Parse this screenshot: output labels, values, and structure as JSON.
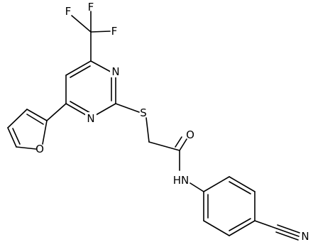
{
  "molecule": {
    "labels": {
      "F_top_left": "F",
      "F_top_mid": "F",
      "F_top_right": "F",
      "N_upper": "N",
      "N_lower": "N",
      "S": "S",
      "O_furan": "O",
      "O_carbonyl": "O",
      "NH": "HN",
      "N_nitrile": "N"
    }
  }
}
